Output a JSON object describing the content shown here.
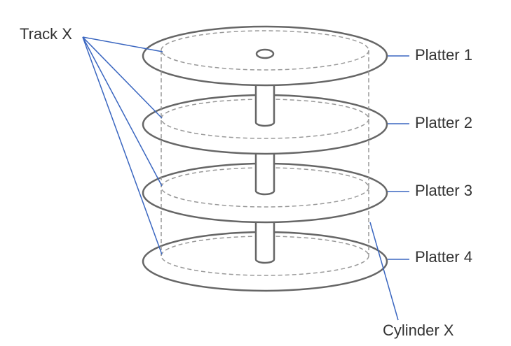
{
  "labels": {
    "track": "Track X",
    "cylinder": "Cylinder X",
    "platters": [
      "Platter 1",
      "Platter 2",
      "Platter 3",
      "Platter 4"
    ]
  },
  "colors": {
    "platter_stroke": "#666666",
    "track_dash": "#999999",
    "leader_line": "#3a66c0",
    "label_text": "#333333"
  }
}
